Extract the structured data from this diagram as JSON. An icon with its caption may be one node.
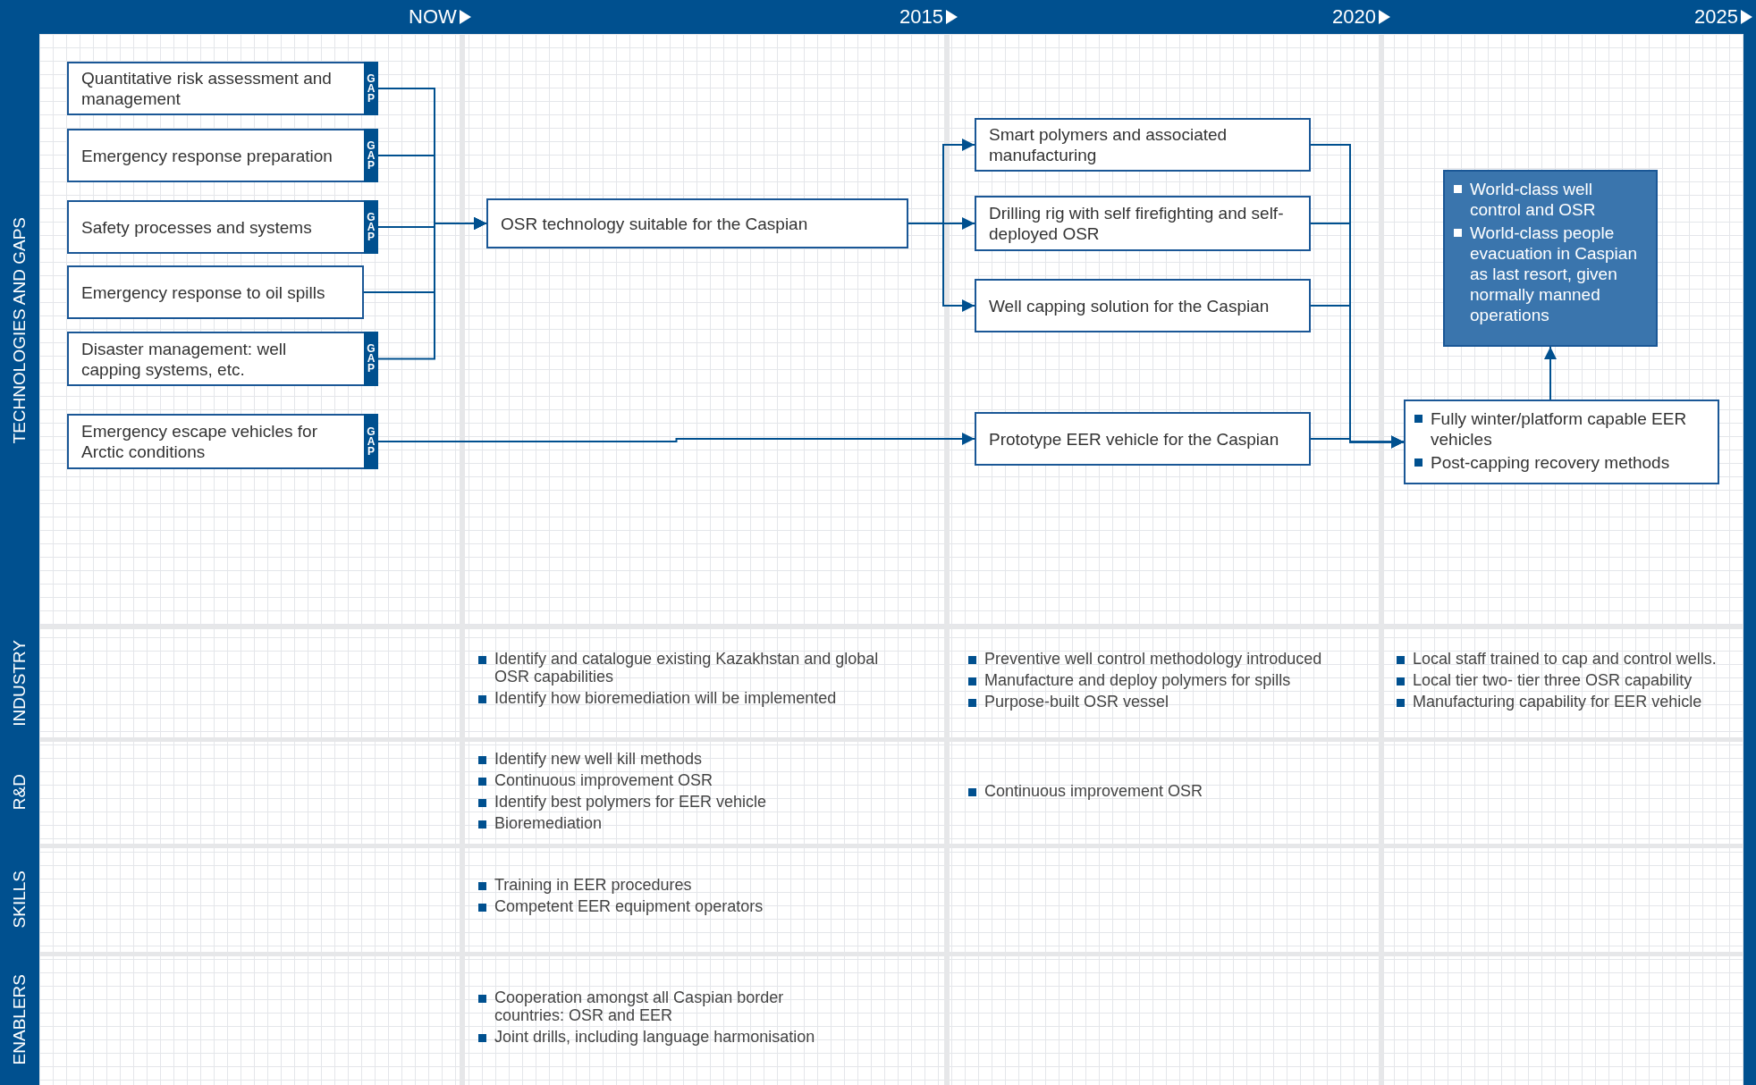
{
  "diagram": {
    "nodes": [
      {
        "text": [
          "Quantitative risk assessment and management",
          "GAP"
        ]
      },
      {
        "text": [
          "Emergency response preparation",
          "GAP"
        ]
      },
      {
        "text": [
          "Safety processes and systems",
          "GAP"
        ]
      },
      {
        "text": [
          "Emergency response to oil spills"
        ]
      },
      {
        "text": [
          "Disaster management: well capping systems, etc.",
          "GAP"
        ]
      },
      {
        "text": [
          "Emergency escape vehicles for Arctic conditions",
          "GAP"
        ]
      },
      {
        "text": [
          "OSR technology suitable for the Caspian"
        ]
      },
      {
        "text": [
          "Smart polymers and associated manufacturing"
        ]
      },
      {
        "text": [
          "Drilling rig with self firefighting and self-deployed OSR"
        ]
      },
      {
        "text": [
          "Well capping solution for the Caspian"
        ]
      },
      {
        "text": [
          "Prototype EER vehicle for the Caspian"
        ]
      },
      {
        "text": [
          "Fully winter/platform capable EER vehicles",
          "Post-capping recovery methods"
        ]
      },
      {
        "text": [
          "World-class well control and OSR",
          "World-class people evacuation in Caspian as last resort, given normally manned operations"
        ]
      }
    ],
    "edges": [
      {
        "from": 0,
        "to": 6,
        "arrow": "to"
      },
      {
        "from": 1,
        "to": 6,
        "arrow": "to"
      },
      {
        "from": 2,
        "to": 6,
        "arrow": "to"
      },
      {
        "from": 3,
        "to": 6,
        "arrow": "to"
      },
      {
        "from": 4,
        "to": 6,
        "arrow": "to"
      },
      {
        "from": 6,
        "to": 7,
        "arrow": "to"
      },
      {
        "from": 6,
        "to": 8,
        "arrow": "to"
      },
      {
        "from": 6,
        "to": 9,
        "arrow": "to"
      },
      {
        "from": 5,
        "to": 10,
        "arrow": "to"
      },
      {
        "from": 7,
        "to": 11,
        "arrow": "to"
      },
      {
        "from": 8,
        "to": 11,
        "arrow": "to"
      },
      {
        "from": 9,
        "to": 11,
        "arrow": "to"
      },
      {
        "from": 10,
        "to": 11,
        "arrow": "to"
      },
      {
        "from": 11,
        "to": 12,
        "arrow": "to"
      }
    ],
    "labels": [
      "NOW",
      "2015",
      "2020",
      "2025",
      "TECHNOLOGIES AND GAPS",
      "INDUSTRY",
      "Identify and catalogue existing Kazakhstan and global OSR capabilities",
      "Identify how bioremediation will be implemented",
      "Preventive well control methodology introduced",
      "Manufacture and deploy polymers for spills",
      "Purpose-built OSR vessel",
      "Local staff trained to cap and control wells.",
      "Local tier two- tier three OSR capability",
      "Manufacturing capability for EER vehicle",
      "R&D",
      "Identify new well kill methods",
      "Continuous improvement OSR",
      "Identify best polymers for EER vehicle",
      "Bioremediation",
      "Continuous improvement OSR",
      "SKILLS",
      "Training in EER procedures",
      "Competent EER equipment operators",
      "ENABLERS",
      "Cooperation amongst all Caspian border countries: OSR and EER",
      "Joint drills, including language harmonisation"
    ]
  }
}
